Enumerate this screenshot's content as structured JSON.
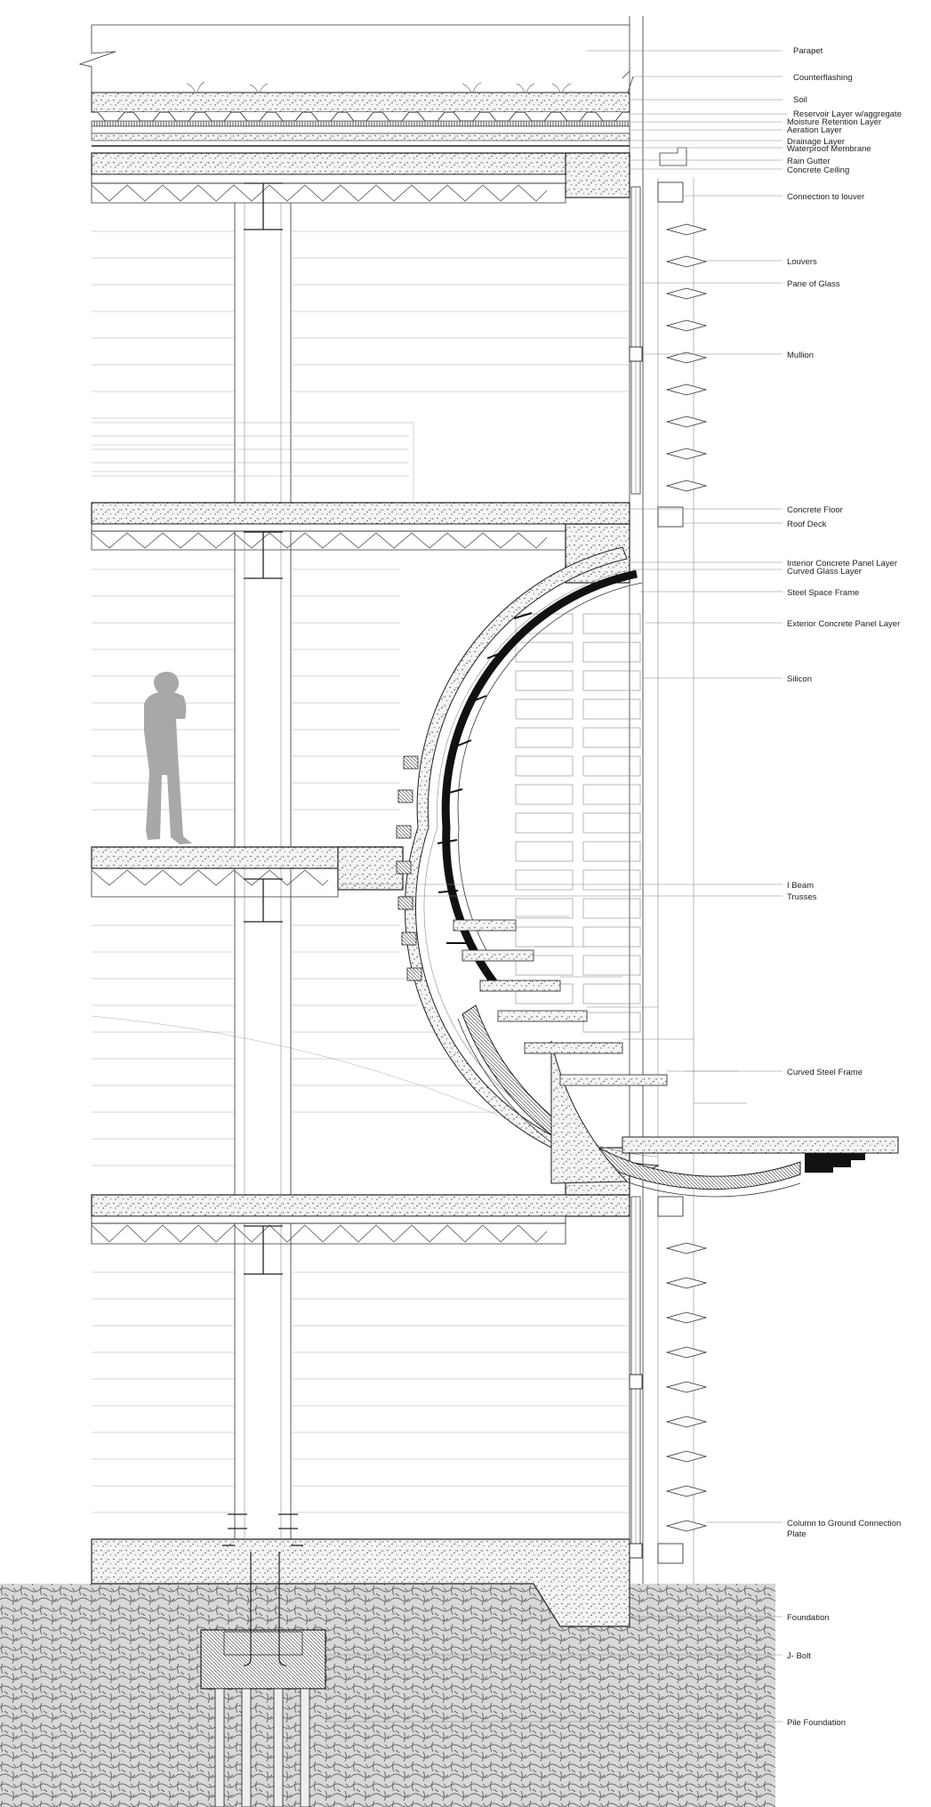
{
  "colors": {
    "line": "#333333",
    "concrete": "#f2f2f2",
    "soil": "#dcdcdc",
    "dark": "#111111",
    "silhouette": "#a8a8a8"
  },
  "labels": [
    {
      "id": "parapet",
      "text": "Parapet"
    },
    {
      "id": "counterflashing",
      "text": "Counterflashing"
    },
    {
      "id": "soil",
      "text": "Soil"
    },
    {
      "id": "reservoir",
      "text": "Reservoir Layer w/aggregate"
    },
    {
      "id": "moisture",
      "text": "Moisture Retention Layer"
    },
    {
      "id": "aeration",
      "text": "Aeration Layer"
    },
    {
      "id": "drainage",
      "text": "Drainage Layer"
    },
    {
      "id": "waterproof",
      "text": "Waterproof Membrane"
    },
    {
      "id": "rain-gutter",
      "text": "Rain Gutter"
    },
    {
      "id": "concrete-ceiling",
      "text": "Concrete Ceiling"
    },
    {
      "id": "connection-louver",
      "text": "Connection to louver"
    },
    {
      "id": "louvers",
      "text": "Louvers"
    },
    {
      "id": "pane-glass",
      "text": "Pane of Glass"
    },
    {
      "id": "mullion",
      "text": "Mullion"
    },
    {
      "id": "concrete-floor",
      "text": "Concrete Floor"
    },
    {
      "id": "roof-deck",
      "text": "Roof Deck"
    },
    {
      "id": "interior-panel",
      "text": "Interior Concrete Panel Layer"
    },
    {
      "id": "curved-glass",
      "text": "Curved Glass Layer"
    },
    {
      "id": "space-frame",
      "text": "Steel Space Frame"
    },
    {
      "id": "exterior-panel",
      "text": "Exterior Concrete Panel Layer"
    },
    {
      "id": "silicon",
      "text": "Silicon"
    },
    {
      "id": "i-beam",
      "text": "I Beam"
    },
    {
      "id": "trusses",
      "text": "Trusses"
    },
    {
      "id": "curved-steel",
      "text": "Curved Steel Frame"
    },
    {
      "id": "column-ground-1",
      "text": "Column to Ground Connection"
    },
    {
      "id": "column-ground-2",
      "text": "Plate"
    },
    {
      "id": "foundation",
      "text": "Foundation"
    },
    {
      "id": "j-bolt",
      "text": "J- Bolt"
    },
    {
      "id": "pile-foundation",
      "text": "Pile Foundation"
    }
  ]
}
